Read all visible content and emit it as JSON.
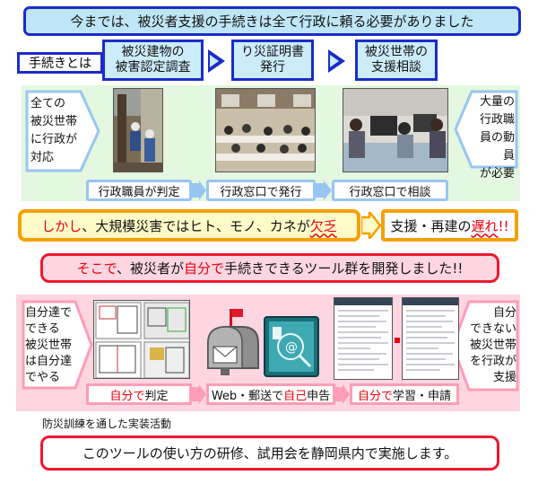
{
  "top_banner": "今までは、被災者支援の手続きは全て行政に頼る必要がありました",
  "procedure_label": "手続きとは",
  "steps": [
    {
      "line1": "被災建物の",
      "line2": "被害認定調査"
    },
    {
      "line1": "り災証明書",
      "line2": "発行"
    },
    {
      "line1": "被災世帯の",
      "line2": "支援相談"
    }
  ],
  "left_note_lines": [
    "全ての",
    "被災世帯",
    "に行政が",
    "対応"
  ],
  "right_note_lines": [
    "大量の",
    "行政職",
    "員の動員",
    "が必要"
  ],
  "captions_top": [
    "行政職員が判定",
    "行政窓口で発行",
    "行政窓口で相談"
  ],
  "shortage": {
    "part1": "しかし",
    "part2": "、大規模災害ではヒト、モノ、カネが",
    "part3": "欠乏"
  },
  "result": {
    "part1": "支援・再建の",
    "part2": "遅れ",
    "part3": "!!"
  },
  "develop": {
    "part1": "そこで",
    "part2": "、被災者が",
    "part3": "自分で",
    "part4": "手続きできるツール群を開発しました!!"
  },
  "left_note2_lines": [
    "自分達で",
    "できる",
    "被災世帯",
    "は自分達",
    "でやる"
  ],
  "right_note2_lines": [
    "自分",
    "できない",
    "被災世帯",
    "を行政が",
    "支援"
  ],
  "captions_bottom": [
    {
      "red": "自分で",
      "black": "判定"
    },
    {
      "pre": "Web・郵送で",
      "red": "自己",
      "post": "申告"
    },
    {
      "red": "自分で",
      "black": "学習・申請"
    }
  ],
  "footnote": "防災訓練を通した実装活動",
  "bottom_banner": "このツールの使い方の研修、試用会を静岡県内で実施します。",
  "colors": {
    "blue": "#1b2cc8",
    "light_blue": "#ccecfa",
    "green": "#e4f7e0",
    "orange": "#f5a000",
    "red": "#e8000b",
    "pink": "#fdd6e2"
  }
}
